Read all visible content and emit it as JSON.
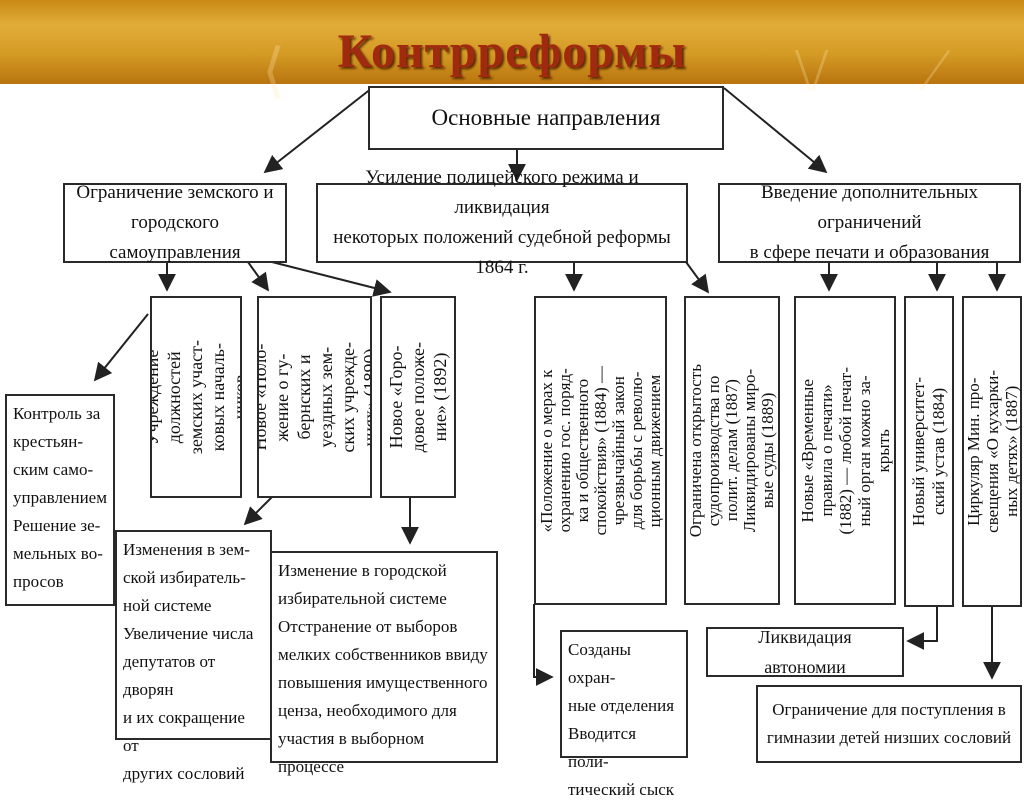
{
  "title": "Контрреформы",
  "root": "Основные направления",
  "directions": [
    {
      "lines": [
        "Ограничение земского и",
        "городского самоуправления"
      ]
    },
    {
      "lines": [
        "Усиление полицейского режима и ликвидация",
        "некоторых положений судебной реформы 1864 г."
      ]
    },
    {
      "lines": [
        "Введение дополнительных ограничений",
        "в сфере печати и образования"
      ]
    }
  ],
  "vertical_boxes": [
    {
      "lines": [
        "Учреждение",
        "должностей",
        "земских участ-",
        "ковых началь-",
        "ников"
      ]
    },
    {
      "lines": [
        "Новое «Поло-",
        "жение о гу-",
        "бернских и",
        "уездных зем-",
        "ских учрежде-",
        "ниях» (1890)"
      ]
    },
    {
      "lines": [
        "Новое «Горо-",
        "довое положе-",
        "ние» (1892)"
      ]
    },
    {
      "lines": [
        "«Положение о мерах к",
        "охранению гос. поряд-",
        "ка и общественного",
        "спокойствия» (1884) —",
        "чрезвычайный закон",
        "для борьбы с револю-",
        "ционным движением"
      ]
    },
    {
      "lines": [
        "Ограничена открытость",
        "судопроизводства по",
        "полит. делам (1887)",
        "Ликвидированы миро-",
        "вые суды (1889)"
      ]
    },
    {
      "lines": [
        "Новые «Временные",
        "правила о печати»",
        "(1882) — любой печат-",
        "ный орган можно за-",
        "крыть"
      ]
    },
    {
      "lines": [
        "Новый университет-",
        "ский устав (1884)"
      ]
    },
    {
      "lines": [
        "Циркуляр Мин. про-",
        "свещения «О кухарки-",
        "ных детях» (1887)"
      ]
    }
  ],
  "result_boxes": [
    {
      "lines": [
        "Контроль за",
        "крестьян-",
        "ским само-",
        "управлением",
        "Решение зе-",
        "мельных во-",
        "просов"
      ]
    },
    {
      "lines": [
        "Изменения в зем-",
        "ской избиратель-",
        "ной системе",
        "Увеличение числа",
        "депутатов от дворян",
        "и их сокращение от",
        "других сословий"
      ]
    },
    {
      "lines": [
        "Изменение в городской",
        "избирательной системе",
        "Отстранение от выборов",
        "мелких собственников ввиду",
        "повышения имущественного",
        "ценза, необходимого для",
        "участия в выборном процессе"
      ]
    },
    {
      "lines": [
        "Созданы охран-",
        "ные отделения",
        "Вводится поли-",
        "тический сыск"
      ]
    },
    {
      "lines": [
        "Ликвидация автономии"
      ]
    },
    {
      "lines": [
        "Ограничение для поступления в",
        "гимназии детей низших сословий"
      ]
    }
  ]
}
